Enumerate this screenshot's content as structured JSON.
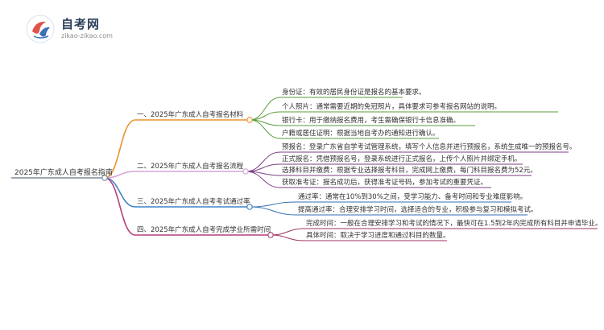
{
  "logo": {
    "title": "自考网",
    "subtitle": "zikao-zikao.com"
  },
  "colors": {
    "root": "#7a8a9a",
    "branch1": "#e9932e",
    "branch2": "#d2a5d6",
    "branch3": "#3f83c6",
    "branch4": "#b3417a",
    "leaf1": "#5a9e3a",
    "leaf2": "#7c3e86",
    "leaf3": "#2f6fb0",
    "leaf4": "#a13263"
  },
  "mindmap": {
    "root": "2025年广东成人自考报名指南",
    "branches": [
      {
        "label": "一、2025年广东成人自考报名材料",
        "items": [
          "身份证：有效的居民身份证是报名的基本要求。",
          "个人照片：通常需要近期的免冠照片，具体要求可参考报名网站的说明。",
          "银行卡：用于缴纳报名费用，考生需确保银行卡信息准确。",
          "户籍或居住证明：根据当地自考办的通知进行确认。"
        ]
      },
      {
        "label": "二、2025年广东成人自考报名流程",
        "items": [
          "预报名：登录广东省自学考试管理系统，填写个人信息并进行预报名，系统生成唯一的预报名号。",
          "正式报名：凭借预报名号，登录系统进行正式报名，上传个人照片并绑定手机。",
          "选择科目并缴费：根据专业选择报考科目，完成网上缴费，每门科目报名费为52元。",
          "获取准考证：报名成功后，获得准考证号码，参加考试的重要凭证。"
        ]
      },
      {
        "label": "三、2025年广东成人自考考试通过率",
        "items": [
          "通过率：通常在10%到30%之间，受学习能力、备考时间和专业难度影响。",
          "提高通过率：合理安排学习时间，选择适合的专业，积极参与复习和模拟考试。"
        ]
      },
      {
        "label": "四、2025年广东成人自考完成学业所需时间",
        "items": [
          "完成时间：一般在合理安排学习和考试的情况下，最快可在1.5到2年内完成所有科目并申请毕业。",
          "具体时间：取决于学习进度和通过科目的数量。"
        ]
      }
    ]
  }
}
